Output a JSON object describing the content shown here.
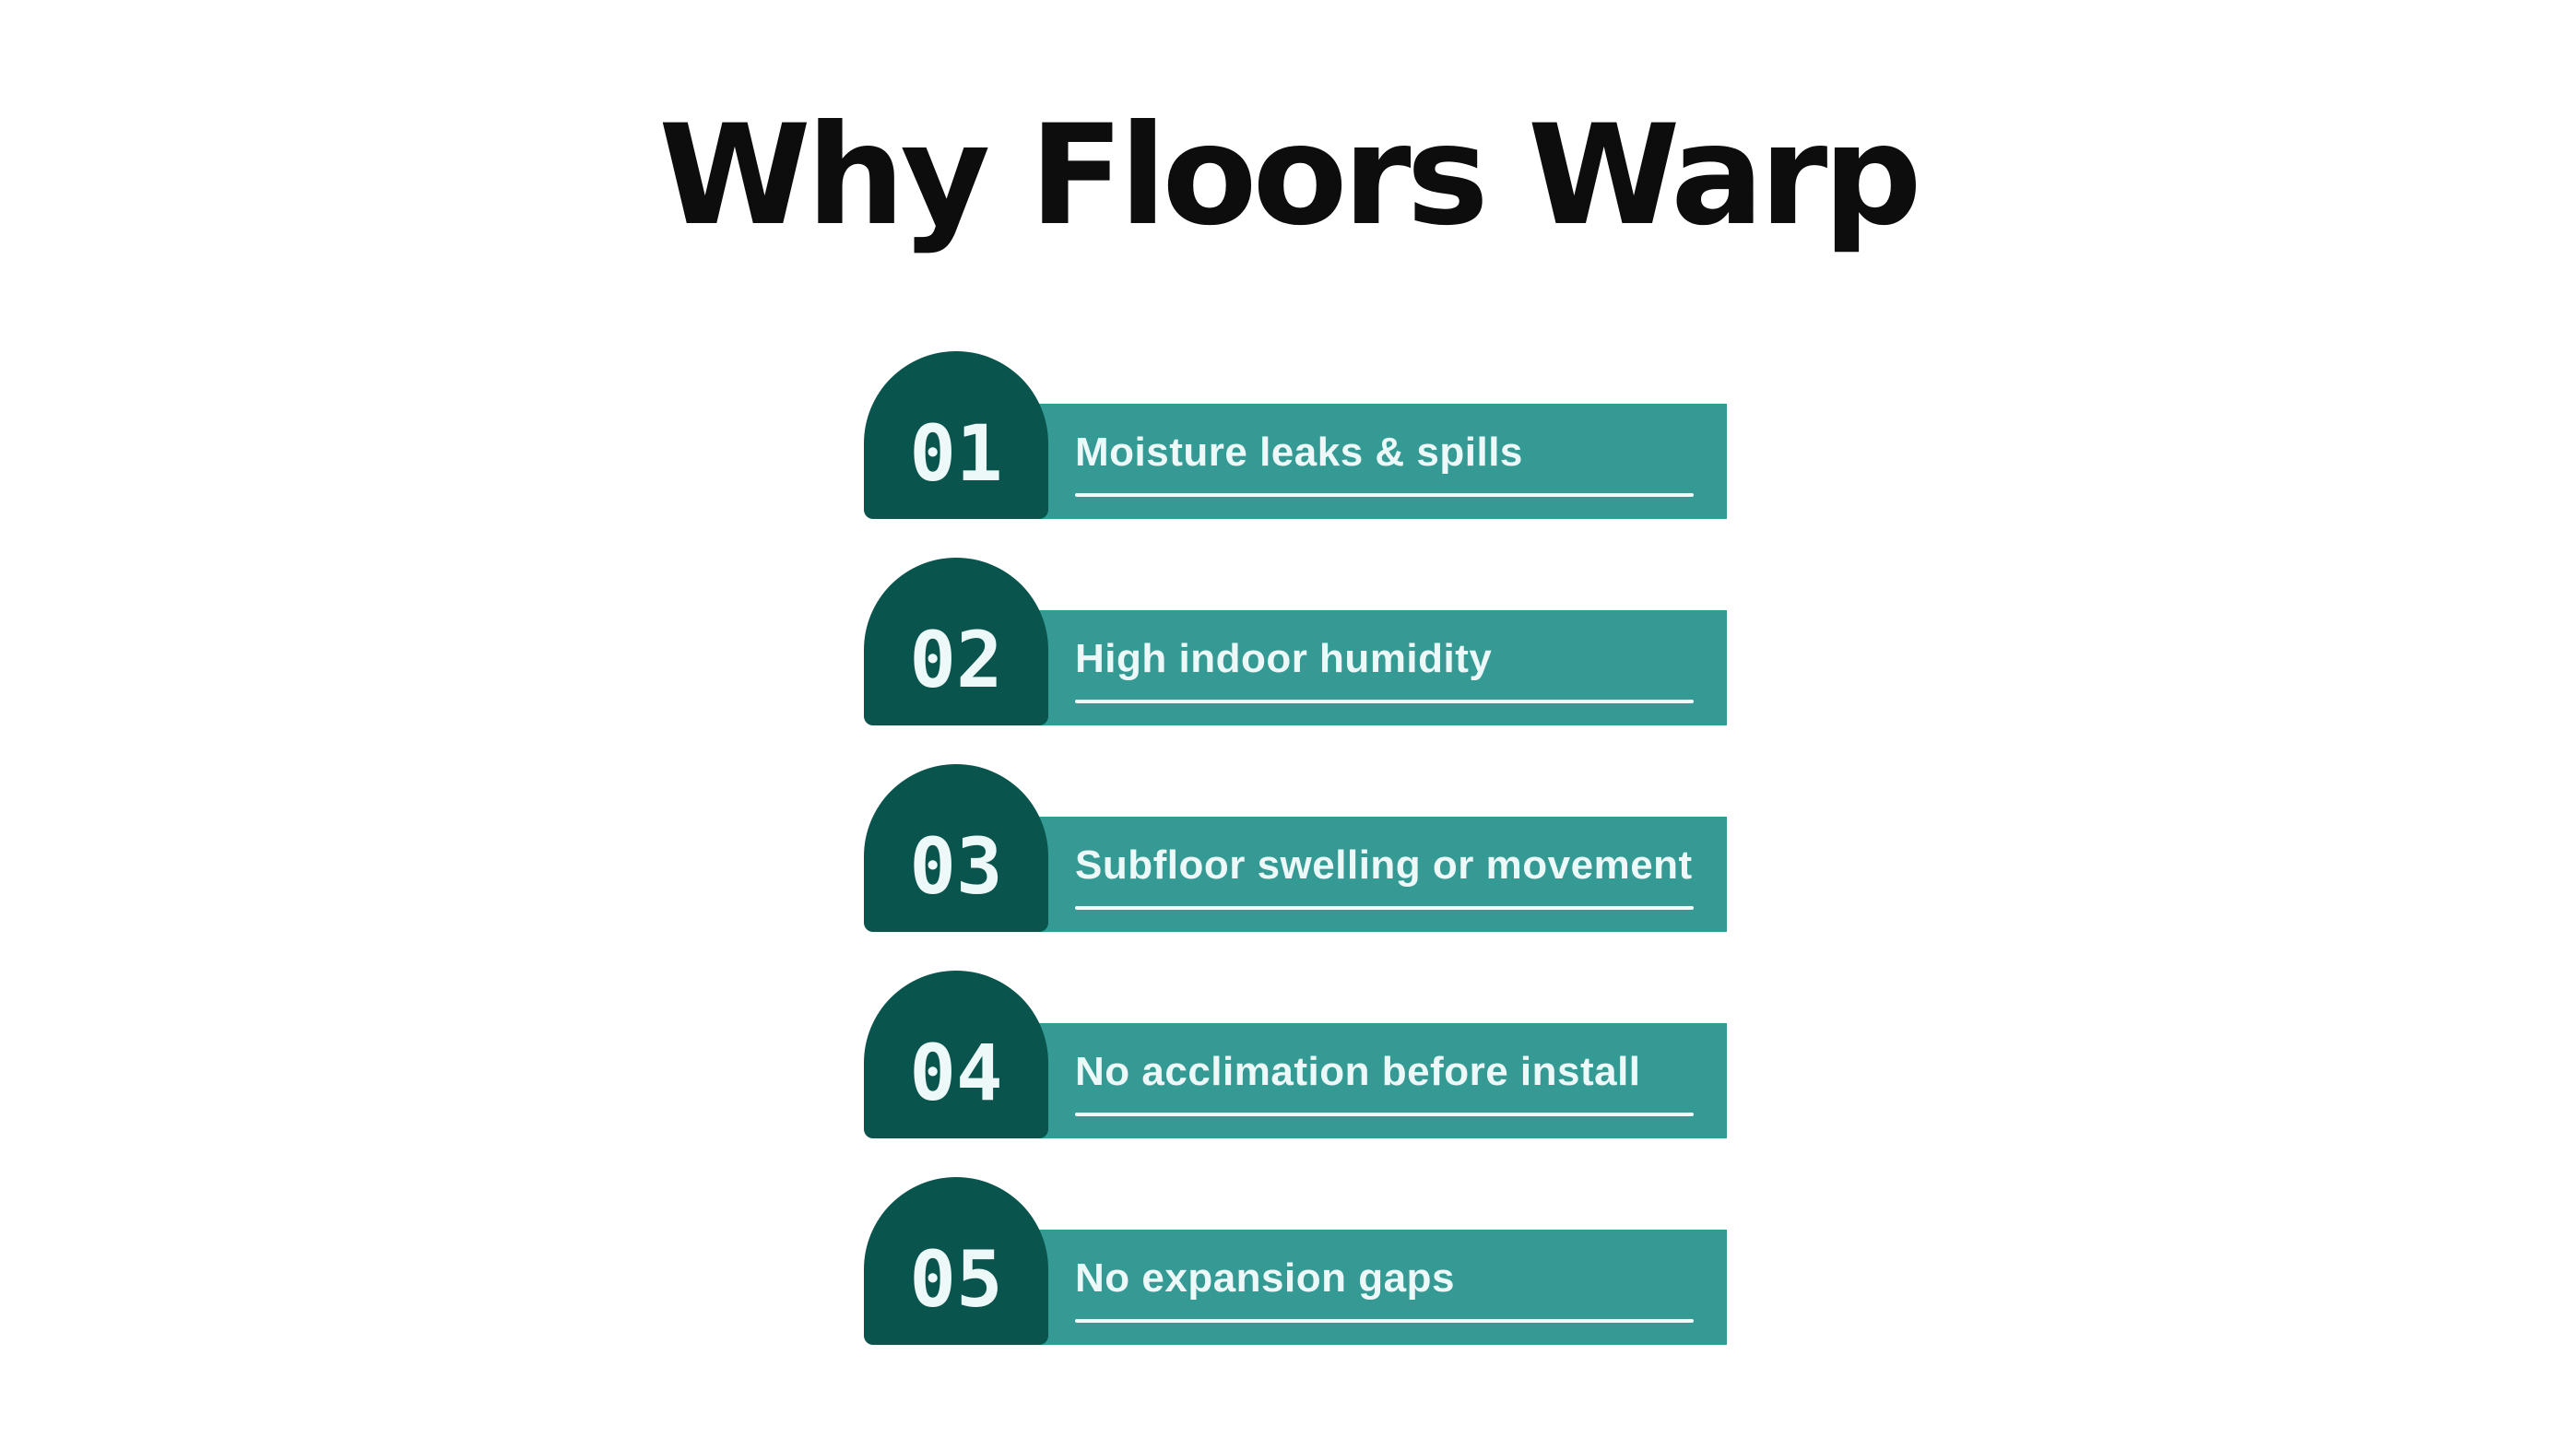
{
  "title": "Why Floors Warp",
  "colors": {
    "background": "#FFFFFF",
    "arch": "#0A544E",
    "bar": "#359A94",
    "title": "#0D0D0D",
    "label": "#EDF9F8",
    "underline": "#F0FBFA"
  },
  "items": [
    {
      "number": "01",
      "label": "Moisture leaks & spills"
    },
    {
      "number": "02",
      "label": "High indoor humidity"
    },
    {
      "number": "03",
      "label": "Subfloor swelling or movement"
    },
    {
      "number": "04",
      "label": "No acclimation before install"
    },
    {
      "number": "05",
      "label": "No expansion gaps"
    }
  ]
}
